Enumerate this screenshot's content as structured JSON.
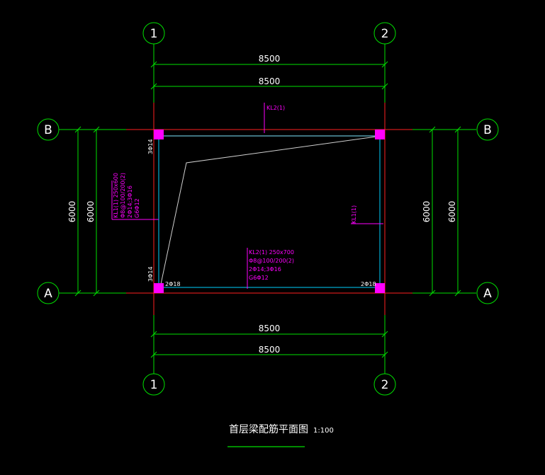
{
  "axes": {
    "grid_1": "1",
    "grid_2": "2",
    "grid_a": "A",
    "grid_b": "B"
  },
  "dimensions": {
    "top_outer": "8500",
    "top_inner": "8500",
    "bottom_inner": "8500",
    "bottom_outer": "8500",
    "left_outer": "6000",
    "left_inner": "6000",
    "right_inner": "6000",
    "right_outer": "6000"
  },
  "annotations": {
    "top_beam_tag": "KL2(1)",
    "right_beam_tag": "KL1(1)",
    "left_beam": [
      "KL1(1) 250x600",
      "Φ8@100/200(2)",
      "2Φ14;3Φ16",
      "G6Φ12"
    ],
    "bottom_beam": [
      "KL2(1) 250x700",
      "Φ8@100/200(2)",
      "2Φ14;3Φ16",
      "G6Φ12"
    ],
    "rebar_bl_top": "3Φ14",
    "rebar_tl": "3Φ14",
    "rebar_bl_right": "2Φ18",
    "rebar_br": "2Φ18"
  },
  "title": {
    "text": "首层梁配筋平面图",
    "scale": "1:100"
  },
  "colors": {
    "background": "#000000",
    "dimension": "#00ff00",
    "axis_line": "#ff0000",
    "beam_edge": "#00ffff",
    "beam_line": "#ff0000",
    "column": "#ff00ff",
    "annotation": "#ff00ff",
    "text": "#ffffff"
  }
}
